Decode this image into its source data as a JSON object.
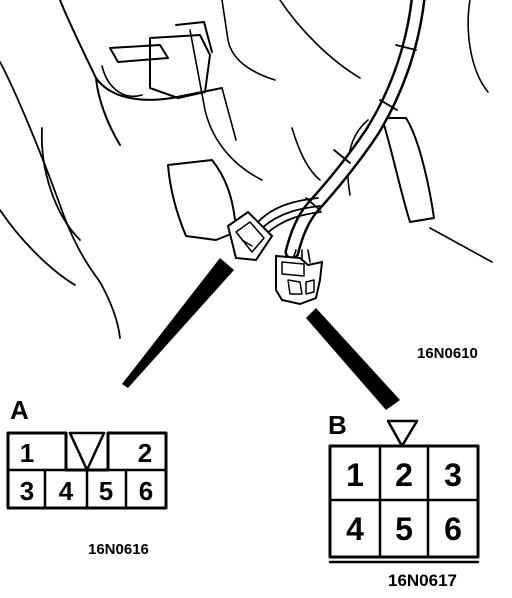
{
  "figure": {
    "codes": {
      "main": "16N0610",
      "connector_a": "16N0616",
      "connector_b": "16N0617"
    },
    "connector_a": {
      "letter": "A",
      "pins_top": [
        "1",
        "2"
      ],
      "pins_bottom": [
        "3",
        "4",
        "5",
        "6"
      ]
    },
    "connector_b": {
      "letter": "B",
      "pins_top": [
        "1",
        "2",
        "3"
      ],
      "pins_bottom": [
        "4",
        "5",
        "6"
      ]
    }
  }
}
